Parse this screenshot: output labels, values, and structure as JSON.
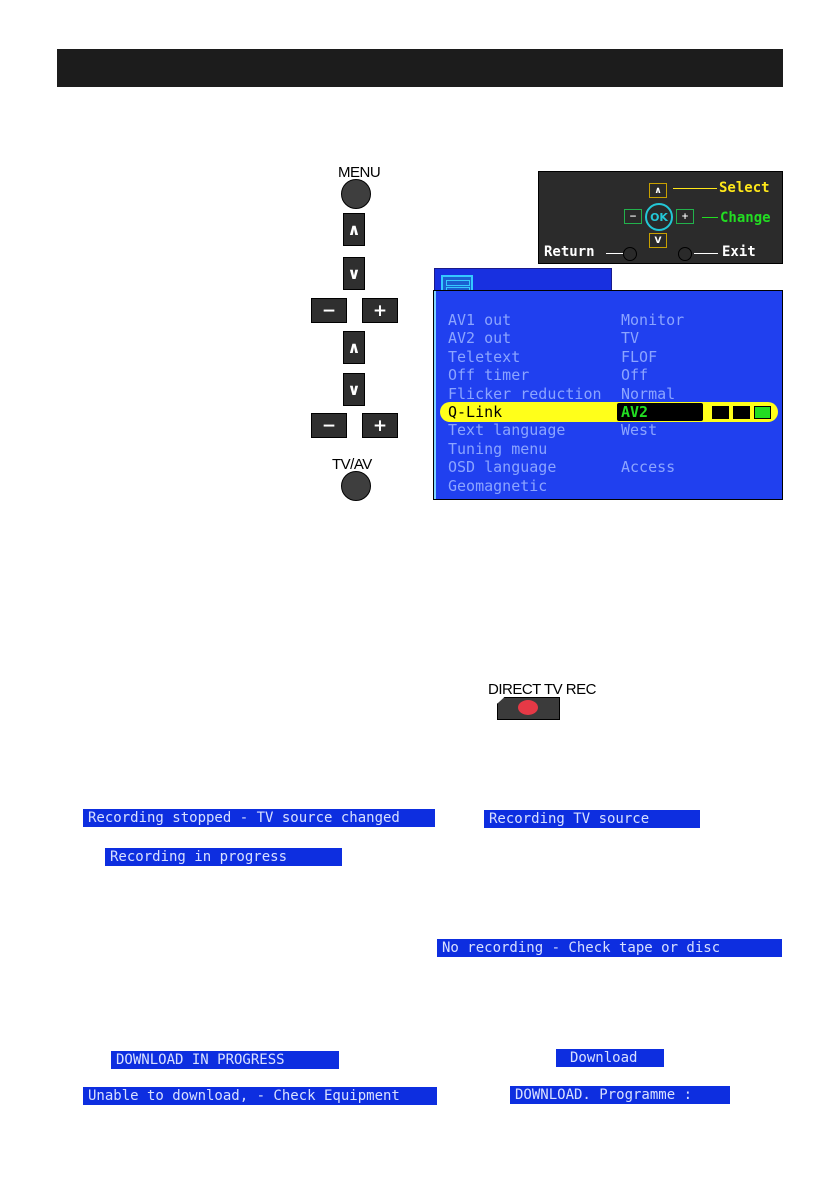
{
  "remote": {
    "menu_label": "MENU",
    "tvav_label": "TV/AV",
    "up": "∧",
    "down": "∨",
    "minus": "−",
    "plus": "+"
  },
  "control_guide": {
    "ok": "OK",
    "select": "Select",
    "change": "Change",
    "return": "Return",
    "exit": "Exit",
    "mini_up": "∧",
    "mini_down": "V",
    "mini_minus": "−",
    "mini_plus": "+"
  },
  "menu": {
    "items": [
      {
        "label": "AV1 out",
        "value": "Monitor"
      },
      {
        "label": "AV2 out",
        "value": "TV"
      },
      {
        "label": "Teletext",
        "value": "FLOF"
      },
      {
        "label": "Off timer",
        "value": "Off"
      },
      {
        "label": "Flicker reduction",
        "value": "Normal"
      },
      {
        "label": "Q-Link",
        "value": "AV2"
      },
      {
        "label": "Text language",
        "value": "West"
      },
      {
        "label": "Tuning menu",
        "value": ""
      },
      {
        "label": "OSD language",
        "value": "Access"
      },
      {
        "label": "Geomagnetic",
        "value": ""
      }
    ],
    "selected_index": 5
  },
  "direct_rec": {
    "label": "DIRECT TV REC"
  },
  "osd_messages": {
    "stopped": "Recording stopped - TV source changed",
    "in_progress": "Recording in progress",
    "recording_tv": "Recording TV source",
    "no_recording": "No recording - Check tape or disc",
    "download_in_progress": "DOWNLOAD IN PROGRESS",
    "download": "Download",
    "unable": "Unable to download, - Check Equipment",
    "download_programme": "DOWNLOAD. Programme :"
  },
  "colors": {
    "osd_bg": "#0d2ee0",
    "menu_bg": "#2040ef",
    "highlight": "#ffff1a",
    "select_yellow": "#ffe81a",
    "change_green": "#22dd22",
    "red": "#e63946"
  }
}
